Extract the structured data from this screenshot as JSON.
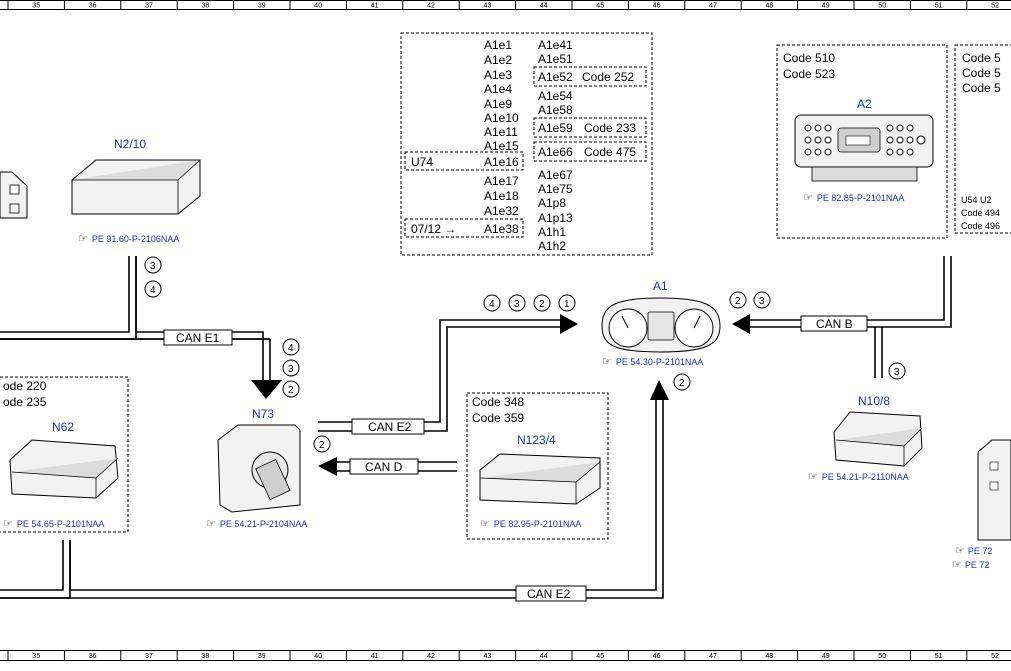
{
  "ruler": {
    "numbers": [
      "35",
      "36",
      "37",
      "38",
      "39",
      "40",
      "41",
      "42",
      "43",
      "44",
      "45",
      "46",
      "47",
      "48",
      "49",
      "50",
      "51",
      "52"
    ]
  },
  "a1_box": {
    "col1": [
      "A1e1",
      "A1e2",
      "A1e3",
      "A1e4",
      "A1e9",
      "A1e10",
      "A1e11",
      "A1e15",
      "A1e16",
      "A1e17",
      "A1e18",
      "A1e32",
      "A1e38"
    ],
    "col2": [
      "A1e41",
      "A1e51",
      "A1e52",
      "A1e54",
      "A1e58",
      "A1e59",
      "A1e66",
      "A1e67",
      "A1e75",
      "A1p8",
      "A1p13",
      "A1h1",
      "A1h2"
    ],
    "u74": "U74",
    "date_note": "07/12 →",
    "code_252": "Code 252",
    "code_233": "Code 233",
    "code_475": "Code 475"
  },
  "components": {
    "n2_10": {
      "label": "N2/10",
      "ref": "PE 91.60-P-2106NAA"
    },
    "a1": {
      "label": "A1",
      "ref": "PE 54.30-P-2101NAA"
    },
    "a2": {
      "label": "A2",
      "ref": "PE 82.85-P-2101NAA",
      "codes": [
        "Code 510",
        "Code 523"
      ]
    },
    "n73": {
      "label": "N73",
      "ref": "PE 54.21-P-2104NAA"
    },
    "n62": {
      "label": "N62",
      "ref": "PE 54.65-P-2101NAA",
      "codes": [
        "ode 220",
        "ode 235"
      ]
    },
    "n123_4": {
      "label": "N123/4",
      "ref": "PE 82.95-P-2101NAA",
      "codes": [
        "Code 348",
        "Code 359"
      ]
    },
    "n10_8": {
      "label": "N10/8",
      "ref": "PE 54.21-P-2110NAA"
    }
  },
  "right_edge": {
    "codes": [
      "Code 5",
      "Code 5",
      "Code 5"
    ],
    "u_row": "U54   U2",
    "code_a": "Code 494",
    "code_b": "Code 496",
    "ref_a": "PE 72",
    "ref_b": "PE 72"
  },
  "buses": {
    "can_e1": "CAN E1",
    "can_e2_top": "CAN E2",
    "can_d": "CAN D",
    "can_b": "CAN B",
    "can_e2_bottom": "CAN E2"
  },
  "markers": {
    "n2_10_down": [
      "3",
      "4"
    ],
    "n73_in": [
      "4",
      "3",
      "2"
    ],
    "a1_in_left": [
      "4",
      "3",
      "2",
      "1"
    ],
    "a1_in_right": [
      "2",
      "3"
    ],
    "n73_d": [
      "2"
    ],
    "a1_bottom": [
      "2"
    ],
    "n10_8": [
      "3"
    ]
  },
  "ref_icon": "☞"
}
